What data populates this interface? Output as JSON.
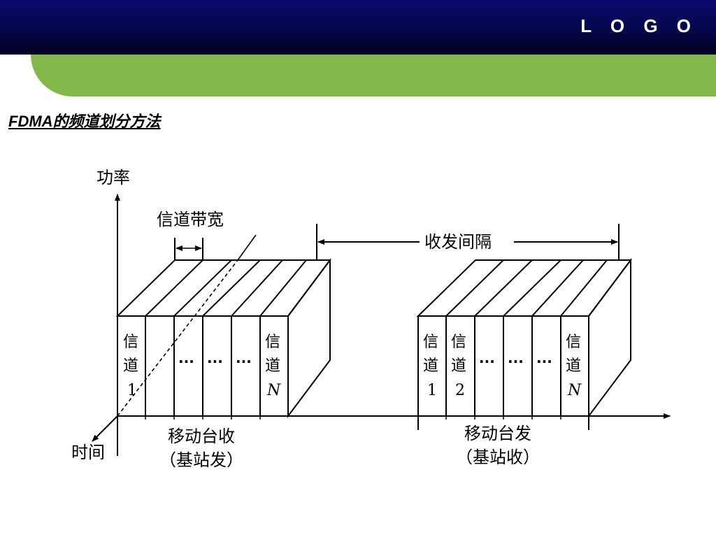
{
  "header": {
    "logo": "L O G O"
  },
  "slide": {
    "title": "FDMA的频道划分方法"
  },
  "diagram": {
    "axis_y_label": "功率",
    "axis_time_label": "时间",
    "bandwidth_label": "信道带宽",
    "spacing_label": "收发间隔",
    "left_group": {
      "line1": "移动台收",
      "line2": "（基站发）",
      "ch_first": {
        "c1": "信",
        "c2": "道",
        "num": "1"
      },
      "ch_last": {
        "c1": "信",
        "c2": "道",
        "num": "N"
      },
      "ellipsis": [
        "···",
        "···",
        "···"
      ]
    },
    "right_group": {
      "line1": "移动台发",
      "line2": "（基站收）",
      "ch_first": {
        "c1": "信",
        "c2": "道",
        "num": "1"
      },
      "ch_second": {
        "c1": "信",
        "c2": "道",
        "num": "2"
      },
      "ch_last": {
        "c1": "信",
        "c2": "道",
        "num": "N"
      },
      "ellipsis": [
        "···",
        "···",
        "···"
      ]
    }
  }
}
